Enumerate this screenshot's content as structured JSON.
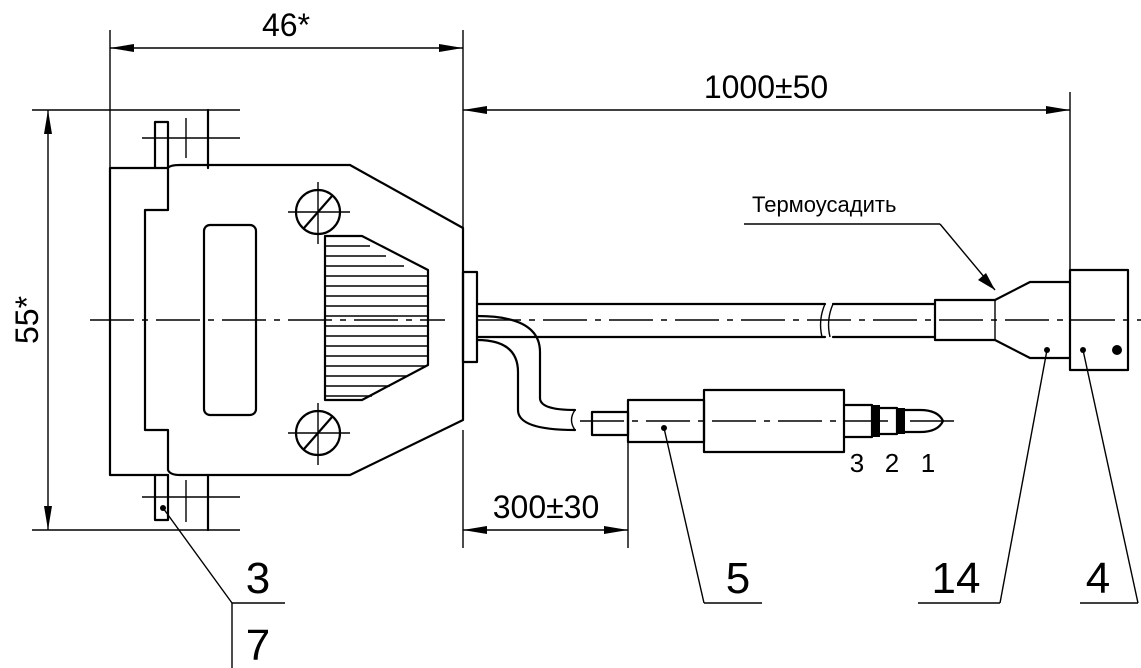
{
  "dimensions": {
    "width_top": "46*",
    "height_left": "55*",
    "cable_length": "1000±50",
    "branch_length": "300±30"
  },
  "notes": {
    "heat_shrink": "Термоусадить"
  },
  "pins": [
    "3",
    "2",
    "1"
  ],
  "callouts": {
    "screw": "3",
    "screw_sub": "7",
    "jack": "5",
    "sleeve": "14",
    "end_cap": "4"
  }
}
